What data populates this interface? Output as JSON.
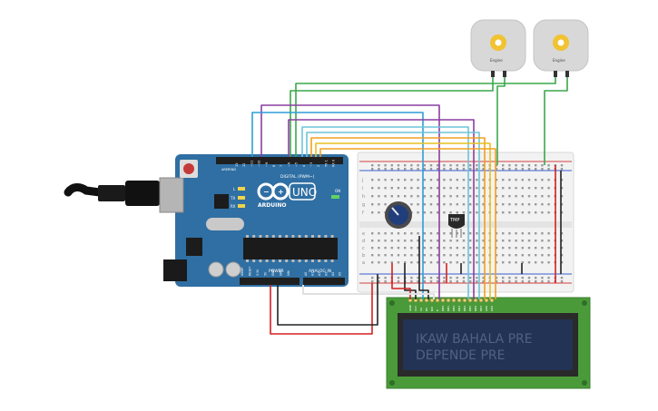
{
  "arduino": {
    "logo_text": "ARDUINO",
    "model": "UNO",
    "on_label": "ON",
    "digital_label": "DIGITAL (PWM~)",
    "power_label": "POWER",
    "analog_label": "ANALOG IN",
    "tx_label": "TX",
    "rx_label": "RX",
    "l_label": "L",
    "aref_label": "AREF",
    "gnd_label": "GND",
    "digital_pins": [
      "13",
      "12",
      "~11",
      "~10",
      "~9",
      "8",
      "7",
      "~6",
      "~5",
      "4",
      "~3",
      "2",
      "TX 1",
      "RX 0"
    ],
    "power_pins": [
      "IOREF",
      "RESET",
      "3.3V",
      "5V",
      "GND",
      "GND",
      "VIN"
    ],
    "analog_pins": [
      "A0",
      "A1",
      "A2",
      "A3",
      "A4",
      "A5"
    ]
  },
  "motors": [
    {
      "label": "Engine"
    },
    {
      "label": "Engine"
    }
  ],
  "sensor": {
    "label": "TMP"
  },
  "breadboard": {
    "row_letters_top": [
      "j",
      "i",
      "h",
      "g",
      "f"
    ],
    "row_letters_bottom": [
      "e",
      "d",
      "c",
      "b",
      "a"
    ]
  },
  "lcd": {
    "line1": "IKAW BAHALA PRE",
    "line2": "DEPENDE PRE",
    "pin_labels": [
      "GND",
      "VCC",
      "V0",
      "RS",
      "RW",
      "E",
      "DB0",
      "DB1",
      "DB2",
      "DB3",
      "DB4",
      "DB5",
      "DB6",
      "DB7",
      "LED",
      "LED"
    ]
  },
  "colors": {
    "arduino_board": "#2f6fa3",
    "breadboard": "#f2f2f2",
    "lcd_board": "#4a9a3a",
    "lcd_screen": "#223356",
    "lcd_text": "#51627f",
    "motor_body": "#d8d8d8",
    "motor_gear": "#f1c232",
    "wire_green": "#3aa84a",
    "wire_purple": "#8a3fa0",
    "wire_blue": "#2e9ed6",
    "wire_cyan": "#6dc3d8",
    "wire_orange": "#f0a020",
    "wire_yellow": "#e7c020",
    "wire_red": "#d62020",
    "wire_black": "#222222",
    "wire_white": "#e0e0e0"
  }
}
